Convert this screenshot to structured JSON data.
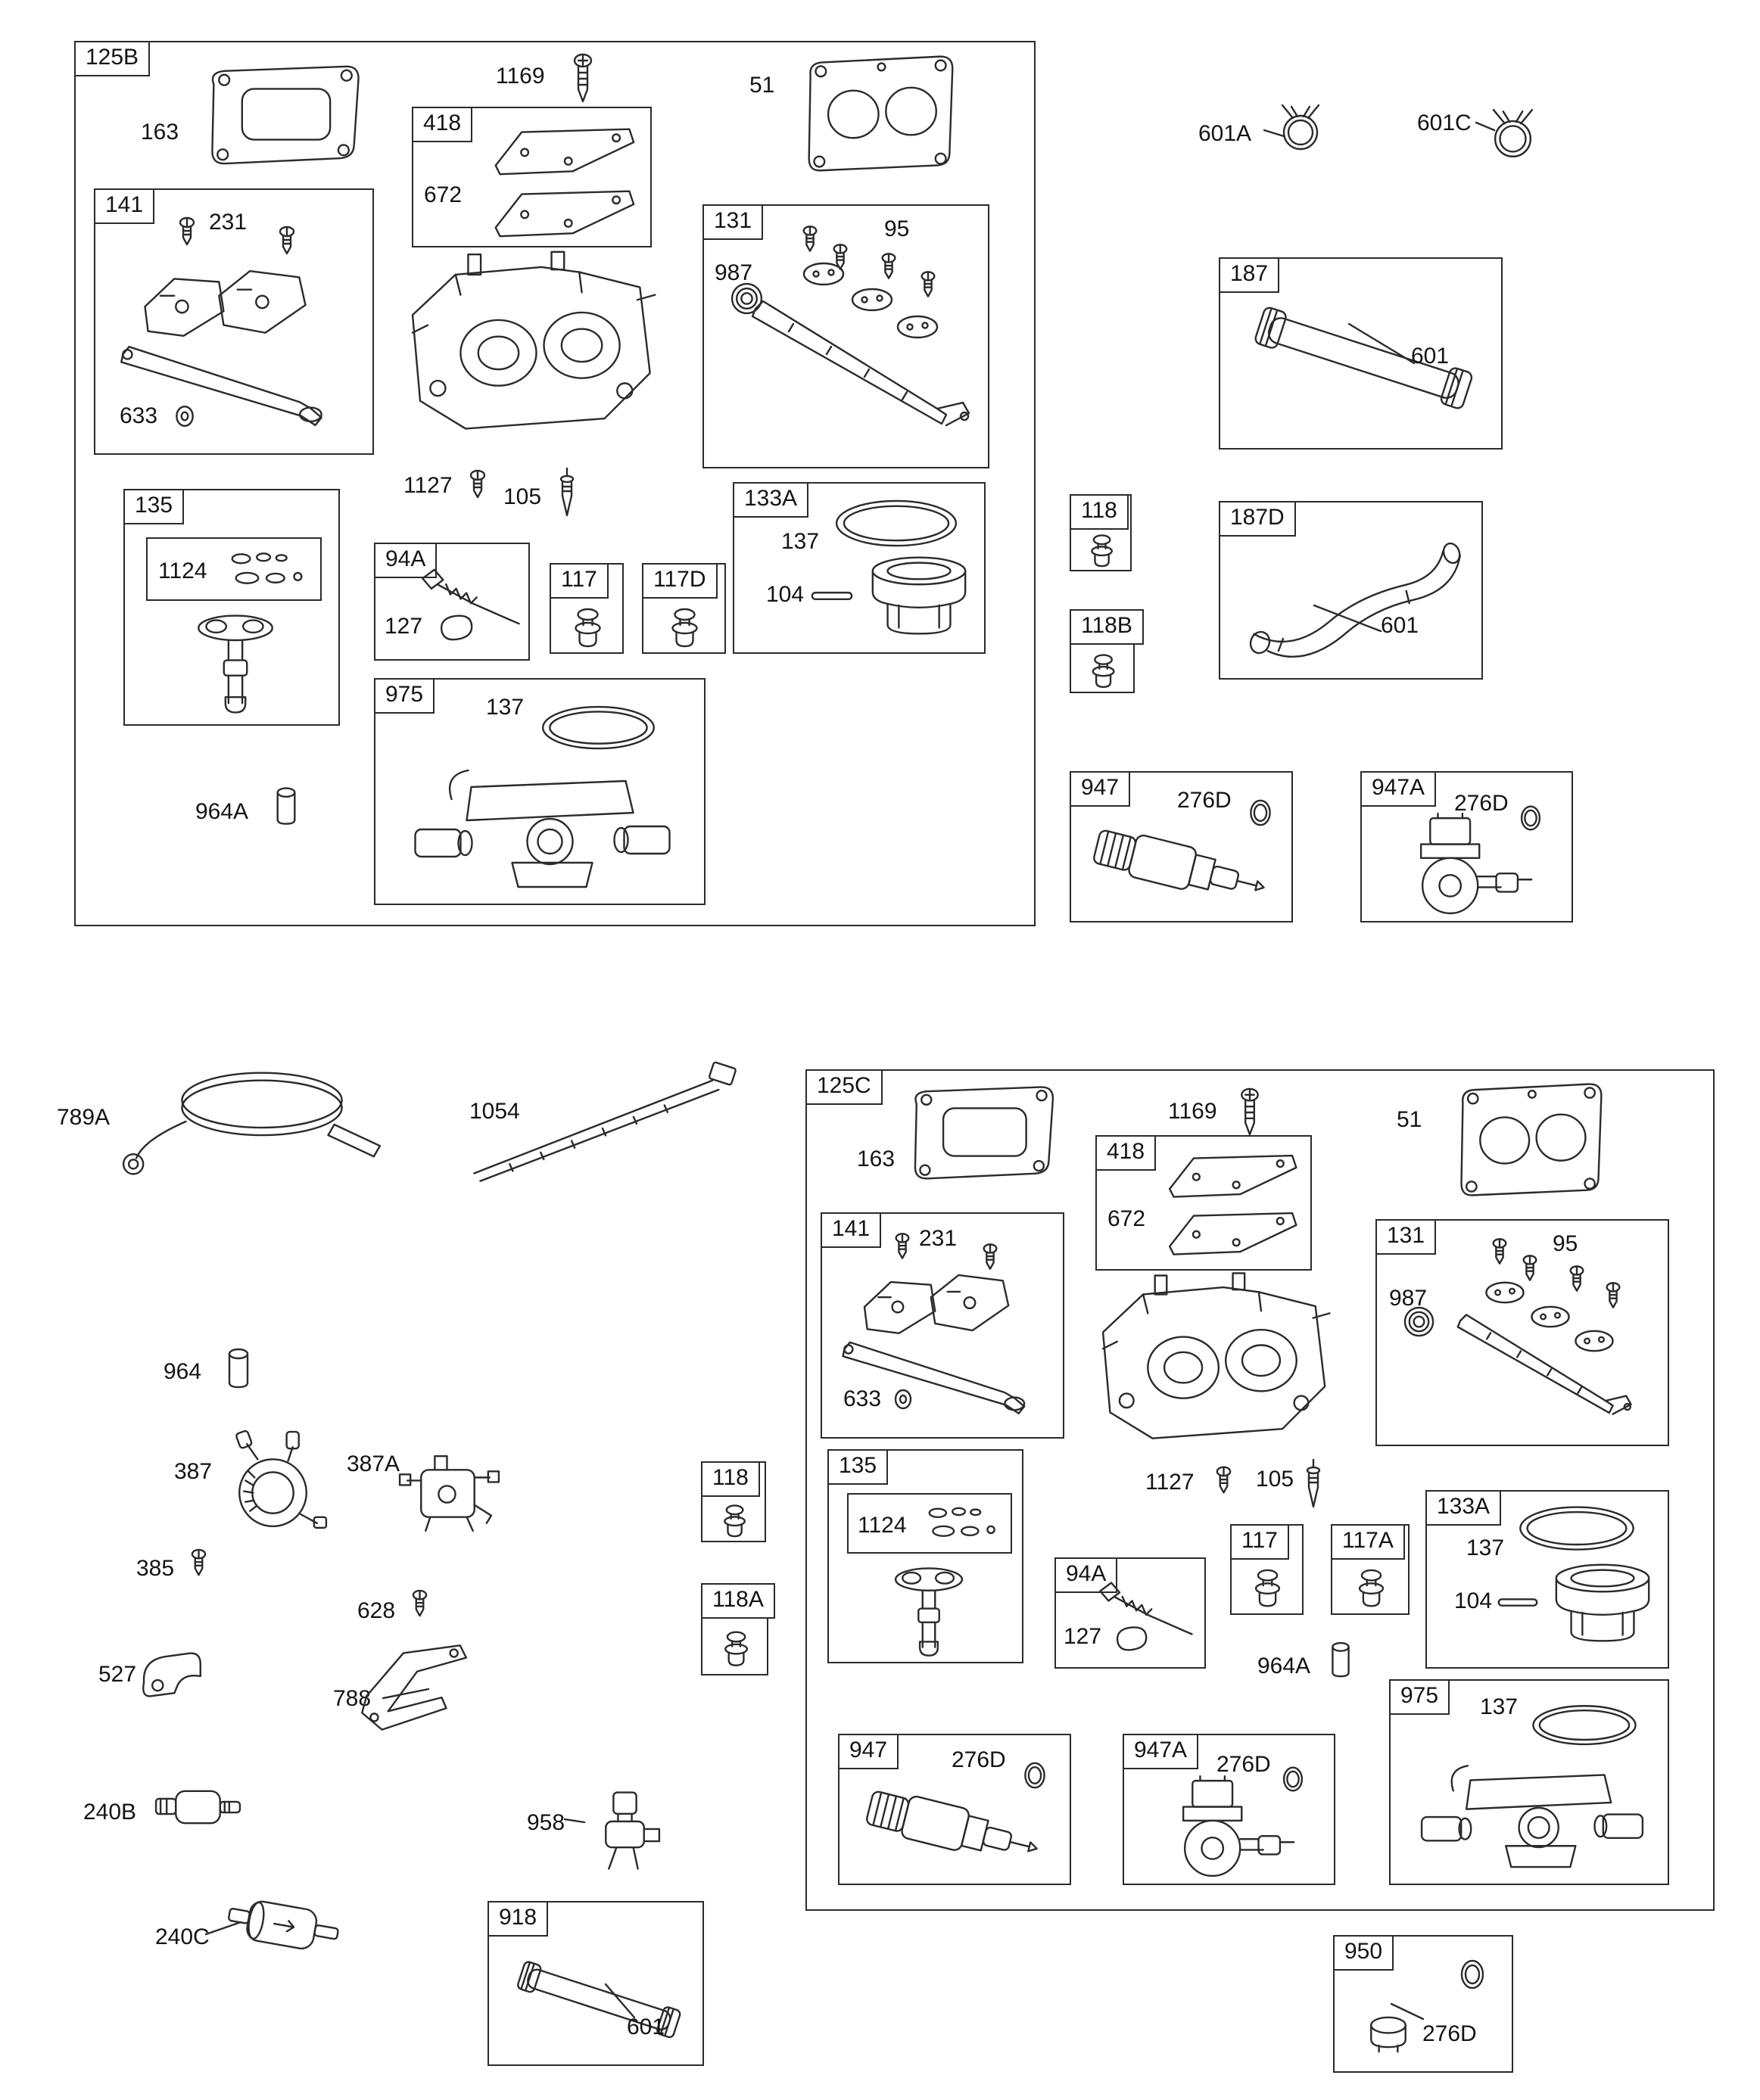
{
  "doc": {
    "paper": "#ffffff",
    "ink": "#2b2b2b",
    "type": "engine-carburetor-parts-diagram"
  },
  "s125B": {
    "tag": "125B",
    "l163": "163",
    "l1169": "1169",
    "l51": "51",
    "b418": {
      "tag": "418",
      "l672": "672"
    },
    "b141": {
      "tag": "141",
      "l231": "231",
      "l633": "633"
    },
    "b131": {
      "tag": "131",
      "l95": "95",
      "l987": "987"
    },
    "l1127": "1127",
    "l105": "105",
    "b135": {
      "tag": "135",
      "l1124": "1124"
    },
    "b94A": {
      "tag": "94A",
      "l127": "127"
    },
    "b117": {
      "tag": "117"
    },
    "b117D": {
      "tag": "117D"
    },
    "b133A": {
      "tag": "133A",
      "l137": "137",
      "l104": "104"
    },
    "b975": {
      "tag": "975",
      "l137": "137"
    },
    "l964A": "964A"
  },
  "right": {
    "l601A": "601A",
    "l601C": "601C",
    "b187": {
      "tag": "187",
      "l601": "601"
    },
    "b118": {
      "tag": "118"
    },
    "b187D": {
      "tag": "187D",
      "l601": "601"
    },
    "b118B": {
      "tag": "118B"
    },
    "b947": {
      "tag": "947",
      "l276D": "276D"
    },
    "b947A": {
      "tag": "947A",
      "l276D": "276D"
    }
  },
  "middle": {
    "l789A": "789A",
    "l1054": "1054"
  },
  "left": {
    "l964": "964",
    "l387": "387",
    "l387A": "387A",
    "l385": "385",
    "l628": "628",
    "l527": "527",
    "l788": "788",
    "l240B": "240B",
    "l958": "958",
    "l240C": "240C",
    "b918": {
      "tag": "918",
      "l601": "601"
    }
  },
  "s125C": {
    "tag": "125C",
    "l163": "163",
    "l1169": "1169",
    "l51": "51",
    "b418": {
      "tag": "418",
      "l672": "672"
    },
    "b141": {
      "tag": "141",
      "l231": "231",
      "l633": "633"
    },
    "b131": {
      "tag": "131",
      "l95": "95",
      "l987": "987"
    },
    "b135": {
      "tag": "135",
      "l1124": "1124"
    },
    "l1127": "1127",
    "l105": "105",
    "b94A": {
      "tag": "94A",
      "l127": "127"
    },
    "b117": {
      "tag": "117"
    },
    "b117A": {
      "tag": "117A"
    },
    "b133A": {
      "tag": "133A",
      "l137": "137",
      "l104": "104"
    },
    "l964A": "964A",
    "b947": {
      "tag": "947",
      "l276D": "276D"
    },
    "b947A": {
      "tag": "947A",
      "l276D": "276D"
    },
    "b975": {
      "tag": "975",
      "l137": "137"
    }
  },
  "mid118": {
    "b118": {
      "tag": "118"
    },
    "b118A": {
      "tag": "118A"
    }
  },
  "b950": {
    "tag": "950",
    "l276D": "276D"
  }
}
